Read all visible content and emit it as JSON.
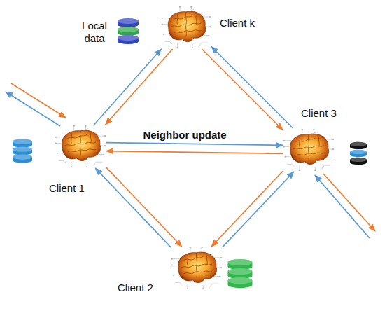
{
  "diagram": {
    "nodes": [
      {
        "text": [
          "Client k"
        ]
      },
      {
        "text": [
          "Client 1"
        ]
      },
      {
        "text": [
          "Client 3"
        ]
      },
      {
        "text": [
          "Client 2"
        ]
      }
    ],
    "edges": [
      {
        "from": 1,
        "to": 0,
        "arrow": "to"
      },
      {
        "from": 0,
        "to": 1,
        "arrow": "to"
      },
      {
        "from": 2,
        "to": 0,
        "arrow": "to"
      },
      {
        "from": 0,
        "to": 2,
        "arrow": "to"
      },
      {
        "from": 1,
        "to": 2,
        "arrow": "to",
        "label": "Neighbor update"
      },
      {
        "from": 2,
        "to": 1,
        "arrow": "to"
      },
      {
        "from": 3,
        "to": 1,
        "arrow": "to"
      },
      {
        "from": 1,
        "to": 3,
        "arrow": "to"
      },
      {
        "from": 3,
        "to": 2,
        "arrow": "to"
      },
      {
        "from": 2,
        "to": 3,
        "arrow": "to"
      }
    ],
    "labels": [
      "Local data"
    ]
  }
}
